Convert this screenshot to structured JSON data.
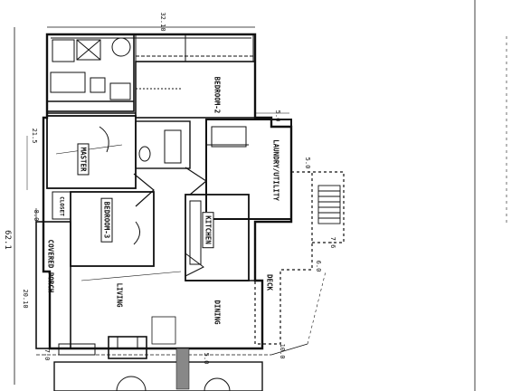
{
  "rooms": {
    "bedroom2": "BEDROOM-2",
    "master": "MASTER",
    "bedroom3": "BEDROOM-3",
    "kitchen": "KITCHEN",
    "laundry": "LAUNDRY/UTILITY",
    "porch": "COVERED PORCH",
    "living": "LIVING",
    "dining": "DINING",
    "deck": "DECK",
    "closet": "CLOSET"
  },
  "dimensions": {
    "top": "32.10",
    "left_master": "21.5",
    "left_porch": "20.10",
    "left_mid": "8.0",
    "left_outer": "62.1",
    "top_right": "5.0",
    "right_a": "5.0",
    "right_b": "7.6",
    "right_c": "6.0",
    "bottom_a": "10.0",
    "bottom_b": "7.0",
    "bottom_c": "5.0"
  },
  "colors": {
    "ink": "#111111",
    "paper": "#ffffff"
  }
}
